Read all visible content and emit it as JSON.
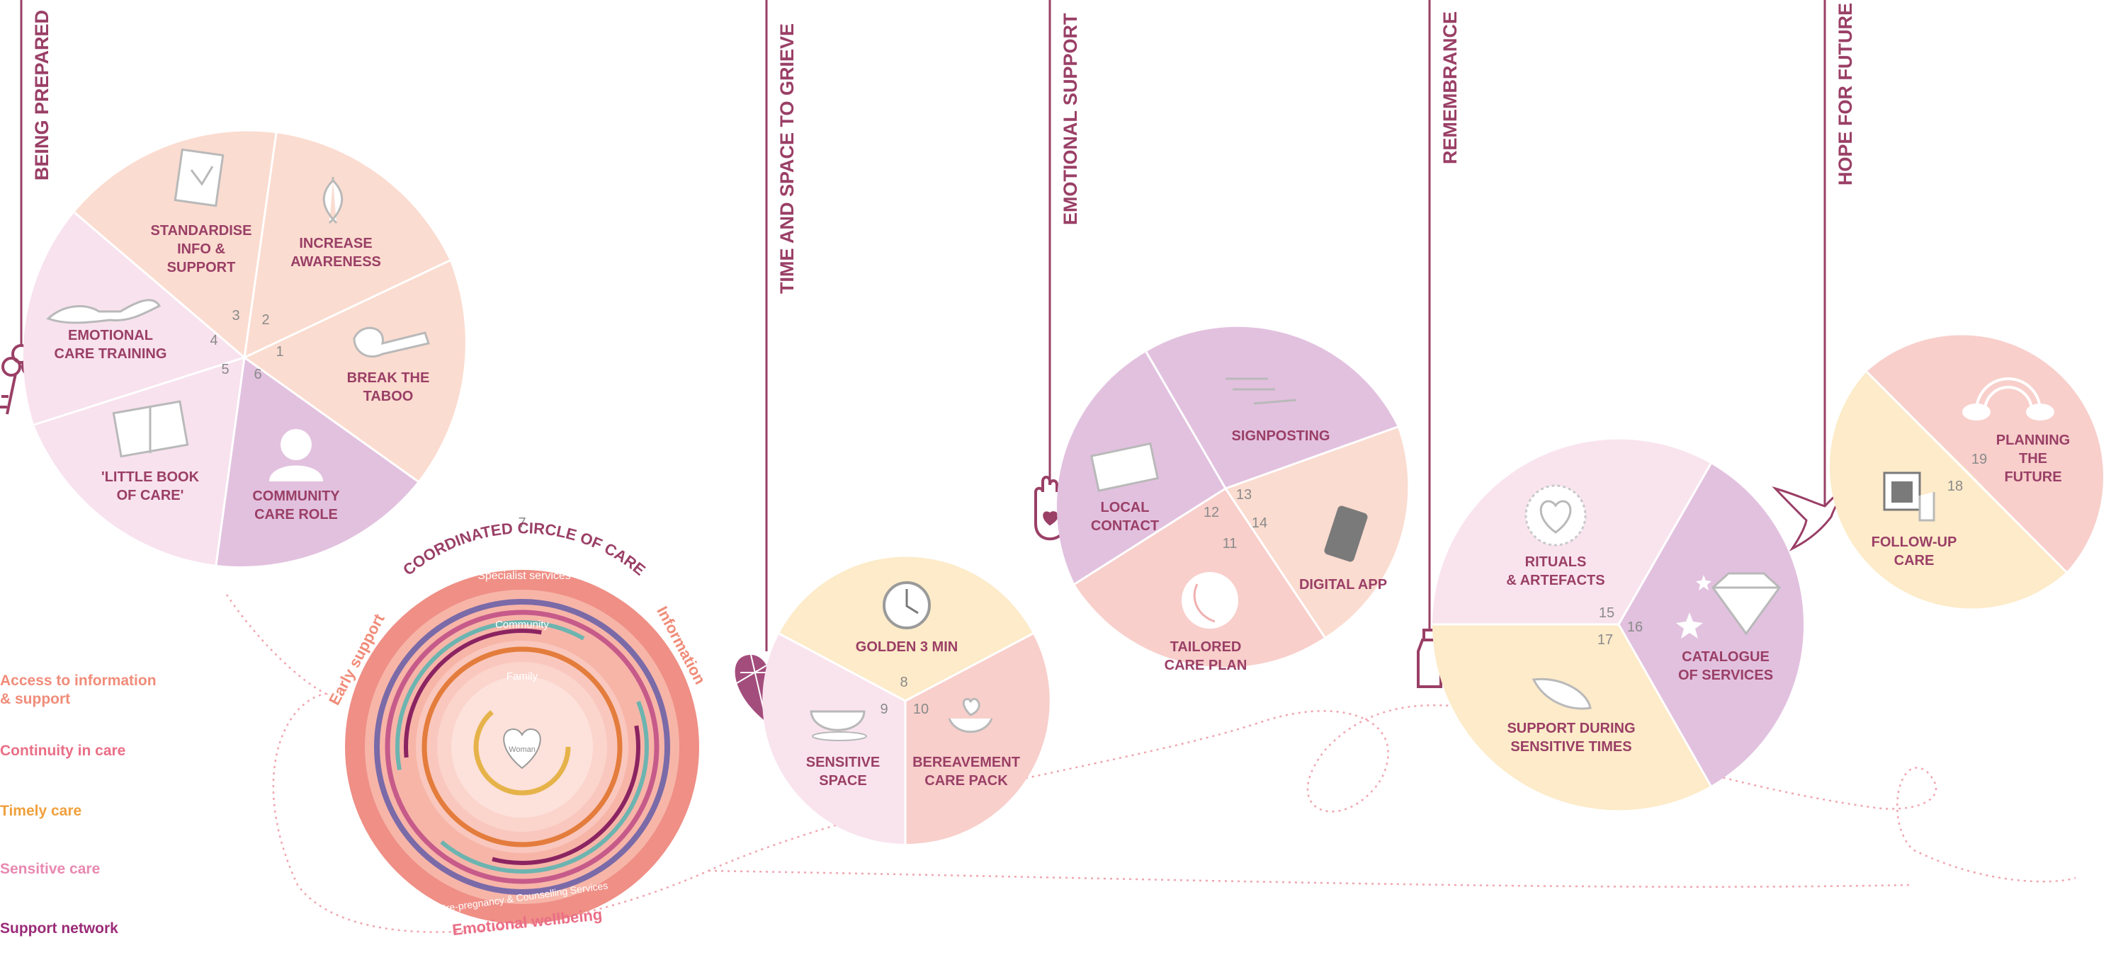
{
  "themes": [
    {
      "id": "being-prepared",
      "title": "BEING PREPARED"
    },
    {
      "id": "time-and-space",
      "title": "TIME AND SPACE TO GRIEVE"
    },
    {
      "id": "emotional-support",
      "title": "EMOTIONAL SUPPORT"
    },
    {
      "id": "remembrance",
      "title": "REMEMBRANCE"
    },
    {
      "id": "hope-for-future",
      "title": "HOPE FOR FUTURE"
    }
  ],
  "circles": {
    "being_prepared": [
      {
        "num": "1",
        "line1": "BREAK THE",
        "line2": "TABOO",
        "line3": "",
        "color": "#fbdcd0",
        "icon": "key-icon"
      },
      {
        "num": "2",
        "line1": "INCREASE",
        "line2": "AWARENESS",
        "line3": "",
        "color": "#fbdcd0",
        "icon": "ribbon-icon"
      },
      {
        "num": "3",
        "line1": "STANDARDISE",
        "line2": "INFO &",
        "line3": "SUPPORT",
        "color": "#fbdcd0",
        "icon": "document-icon"
      },
      {
        "num": "4",
        "line1": "EMOTIONAL",
        "line2": "CARE TRAINING",
        "line3": "",
        "color": "#f8e2ee",
        "icon": "hands-icon"
      },
      {
        "num": "5",
        "line1": "'LITTLE BOOK",
        "line2": "OF CARE'",
        "line3": "",
        "color": "#f8e2ee",
        "icon": "book-icon"
      },
      {
        "num": "6",
        "line1": "COMMUNITY",
        "line2": "CARE ROLE",
        "line3": "",
        "color": "#e2c1df",
        "icon": "person-icon"
      }
    ],
    "time_and_space": [
      {
        "num": "8",
        "line1": "GOLDEN 3 MIN",
        "line2": "",
        "color": "#fdebc9",
        "icon": "clock-icon"
      },
      {
        "num": "9",
        "line1": "SENSITIVE",
        "line2": "SPACE",
        "color": "#f9e4ee",
        "icon": "cup-icon"
      },
      {
        "num": "10",
        "line1": "BEREAVEMENT",
        "line2": "CARE PACK",
        "color": "#f8cfcb",
        "icon": "heart-hands-icon"
      }
    ],
    "emotional_support": [
      {
        "num": "11",
        "line1": "TAILORED",
        "line2": "CARE PLAN",
        "color": "#f8cfcb",
        "icon": "face-icon"
      },
      {
        "num": "12",
        "line1": "LOCAL",
        "line2": "CONTACT",
        "color": "#e2c1df",
        "icon": "card-icon"
      },
      {
        "num": "13",
        "line1": "SIGNPOSTING",
        "line2": "",
        "color": "#e2c1df",
        "icon": "pointing-hands-icon"
      },
      {
        "num": "14",
        "line1": "DIGITAL APP",
        "line2": "",
        "color": "#fbdcd0",
        "icon": "phone-icon"
      }
    ],
    "remembrance": [
      {
        "num": "15",
        "line1": "RITUALS",
        "line2": "& ARTEFACTS",
        "color": "#f9e4ee",
        "icon": "heart-badge-icon"
      },
      {
        "num": "16",
        "line1": "CATALOGUE",
        "line2": "OF SERVICES",
        "color": "#e2c1df",
        "icon": "diamond-icon"
      },
      {
        "num": "17",
        "line1": "SUPPORT DURING",
        "line2": "SENSITIVE TIMES",
        "color": "#fdebc9",
        "icon": "feather-icon"
      }
    ],
    "hope_for_future": [
      {
        "num": "18",
        "line1": "PLANNING",
        "line2": "THE",
        "line3": "FUTURE",
        "color": "#f8cfcb",
        "icon": "rainbow-icon"
      },
      {
        "num": "19",
        "line1": "FOLLOW-UP",
        "line2": "CARE",
        "line3": "",
        "color": "#fdebc9",
        "icon": "calendar-hand-icon"
      }
    ]
  },
  "coordinated_circle": {
    "number": "7",
    "title": "COORDINATED CIRCLE OF CARE",
    "outer_labels": {
      "left": "Early support",
      "right": "Information",
      "bottom": "Emotional wellbeing"
    },
    "ring_labels": [
      "Specialist services",
      "Community",
      "Family",
      "Woman",
      "Pre-pregnancy & Counselling Services"
    ],
    "ring_colors": [
      "#f4a59a",
      "#7a6aa8",
      "#e6b34a",
      "#c65b8a",
      "#6cb4b0",
      "#e37c3c",
      "#8b2461"
    ]
  },
  "legend": [
    {
      "label1": "Access to information",
      "label2": "& support",
      "color": "#f08c79"
    },
    {
      "label1": "Continuity in care",
      "label2": "",
      "color": "#ea6e86"
    },
    {
      "label1": "Timely care",
      "label2": "",
      "color": "#f0a03c"
    },
    {
      "label1": "Sensitive care",
      "label2": "",
      "color": "#e889b1"
    },
    {
      "label1": "Support network",
      "label2": "",
      "color": "#9a2b77"
    }
  ],
  "colors": {
    "accent": "#9a3f66",
    "line": "#9a3f66",
    "dotted": "#f0a5b0"
  }
}
